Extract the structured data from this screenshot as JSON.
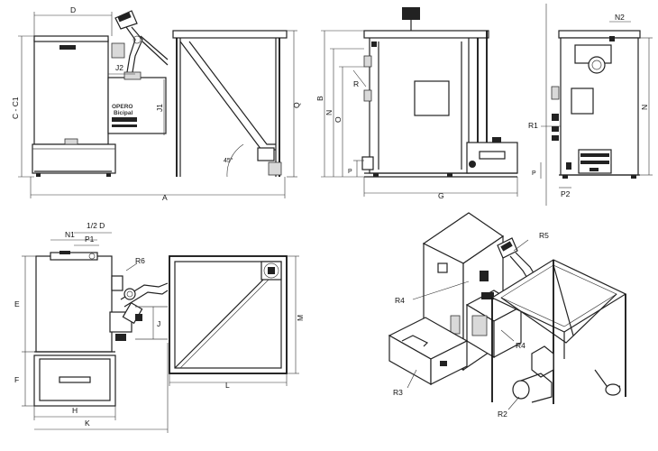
{
  "brand": {
    "line1": "OPERO",
    "line2": "Bicipal"
  },
  "dimension_labels": {
    "A": "A",
    "B": "B",
    "C_C1": "C - C1",
    "D": "D",
    "E": "E",
    "F": "F",
    "G": "G",
    "H": "H",
    "J": "J",
    "J1": "J1",
    "J2": "J2",
    "K": "K",
    "L": "L",
    "M": "M",
    "N": "N",
    "N1": "N1",
    "N2": "N2",
    "O": "O",
    "P": "P",
    "P1": "P1",
    "P2": "P2",
    "Q": "Q",
    "half_D": "1/2 D",
    "angle": "45°"
  },
  "callouts": {
    "R": "R",
    "R1": "R1",
    "R2": "R2",
    "R3": "R3",
    "R4a": "R4",
    "R4b": "R4",
    "R5": "R5",
    "R6": "R6"
  },
  "colors": {
    "line": "#222222",
    "background": "#ffffff",
    "shade": "#d9d9d9"
  }
}
